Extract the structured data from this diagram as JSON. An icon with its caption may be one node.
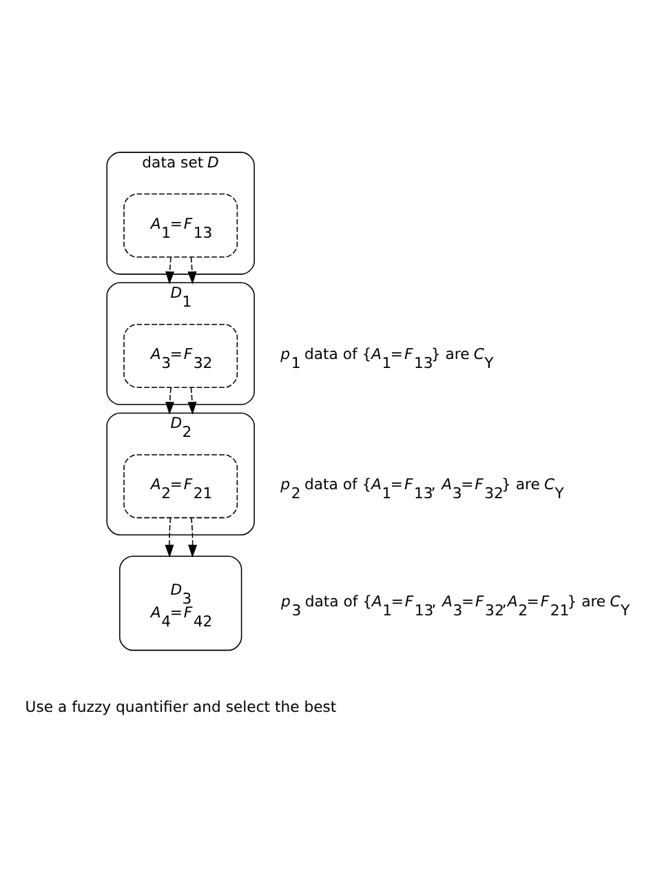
{
  "diagram": {
    "nodes": [
      {
        "text": [
          "data set *D*"
        ]
      },
      {
        "text": [
          "*A*$_{1}$=*F*$_{13}$"
        ],
        "in": 0
      },
      {
        "text": [
          "*D*$_{1}$"
        ],
        "beside": [
          "*p*$_{1}$ data of {*A*$_{1}$=*F*$_{13}$} are *C*$_{Y}$"
        ]
      },
      {
        "text": [
          "*A*$_{3}$=*F*$_{32}$"
        ],
        "in": 2
      },
      {
        "text": [
          "*D*$_{2}$"
        ],
        "beside": [
          "*p*$_{2}$ data of {*A*$_{1}$=*F*$_{13}$, *A*$_{3}$=*F*$_{32}$} are *C*$_{Y}$"
        ]
      },
      {
        "text": [
          "*A*$_{2}$=*F*$_{21}$"
        ],
        "in": 4
      },
      {
        "text": [
          "*D*$_{3}$",
          "*A*$_{4}$=*F*$_{42}$"
        ],
        "beside": [
          "*p*$_{3}$ data of {*A*$_{1}$=*F*$_{13}$, *A*$_{3}$=*F*$_{32}$,*A*$_{2}$=*F*$_{21}$} are *C*$_{Y}$"
        ]
      }
    ],
    "edges": [
      {
        "from": 1,
        "to": 2,
        "arrow": "to",
        "style": "dashed"
      },
      {
        "from": 1,
        "to": 2,
        "arrow": "to",
        "style": "dashed"
      },
      {
        "from": 3,
        "to": 4,
        "arrow": "to",
        "style": "dashed"
      },
      {
        "from": 3,
        "to": 4,
        "arrow": "to",
        "style": "dashed"
      },
      {
        "from": 5,
        "to": 6,
        "arrow": "to",
        "style": "dashed"
      },
      {
        "from": 5,
        "to": 6,
        "arrow": "to",
        "style": "dashed"
      }
    ],
    "labels": [
      "Use a fuzzy quantifier and select the best"
    ]
  }
}
